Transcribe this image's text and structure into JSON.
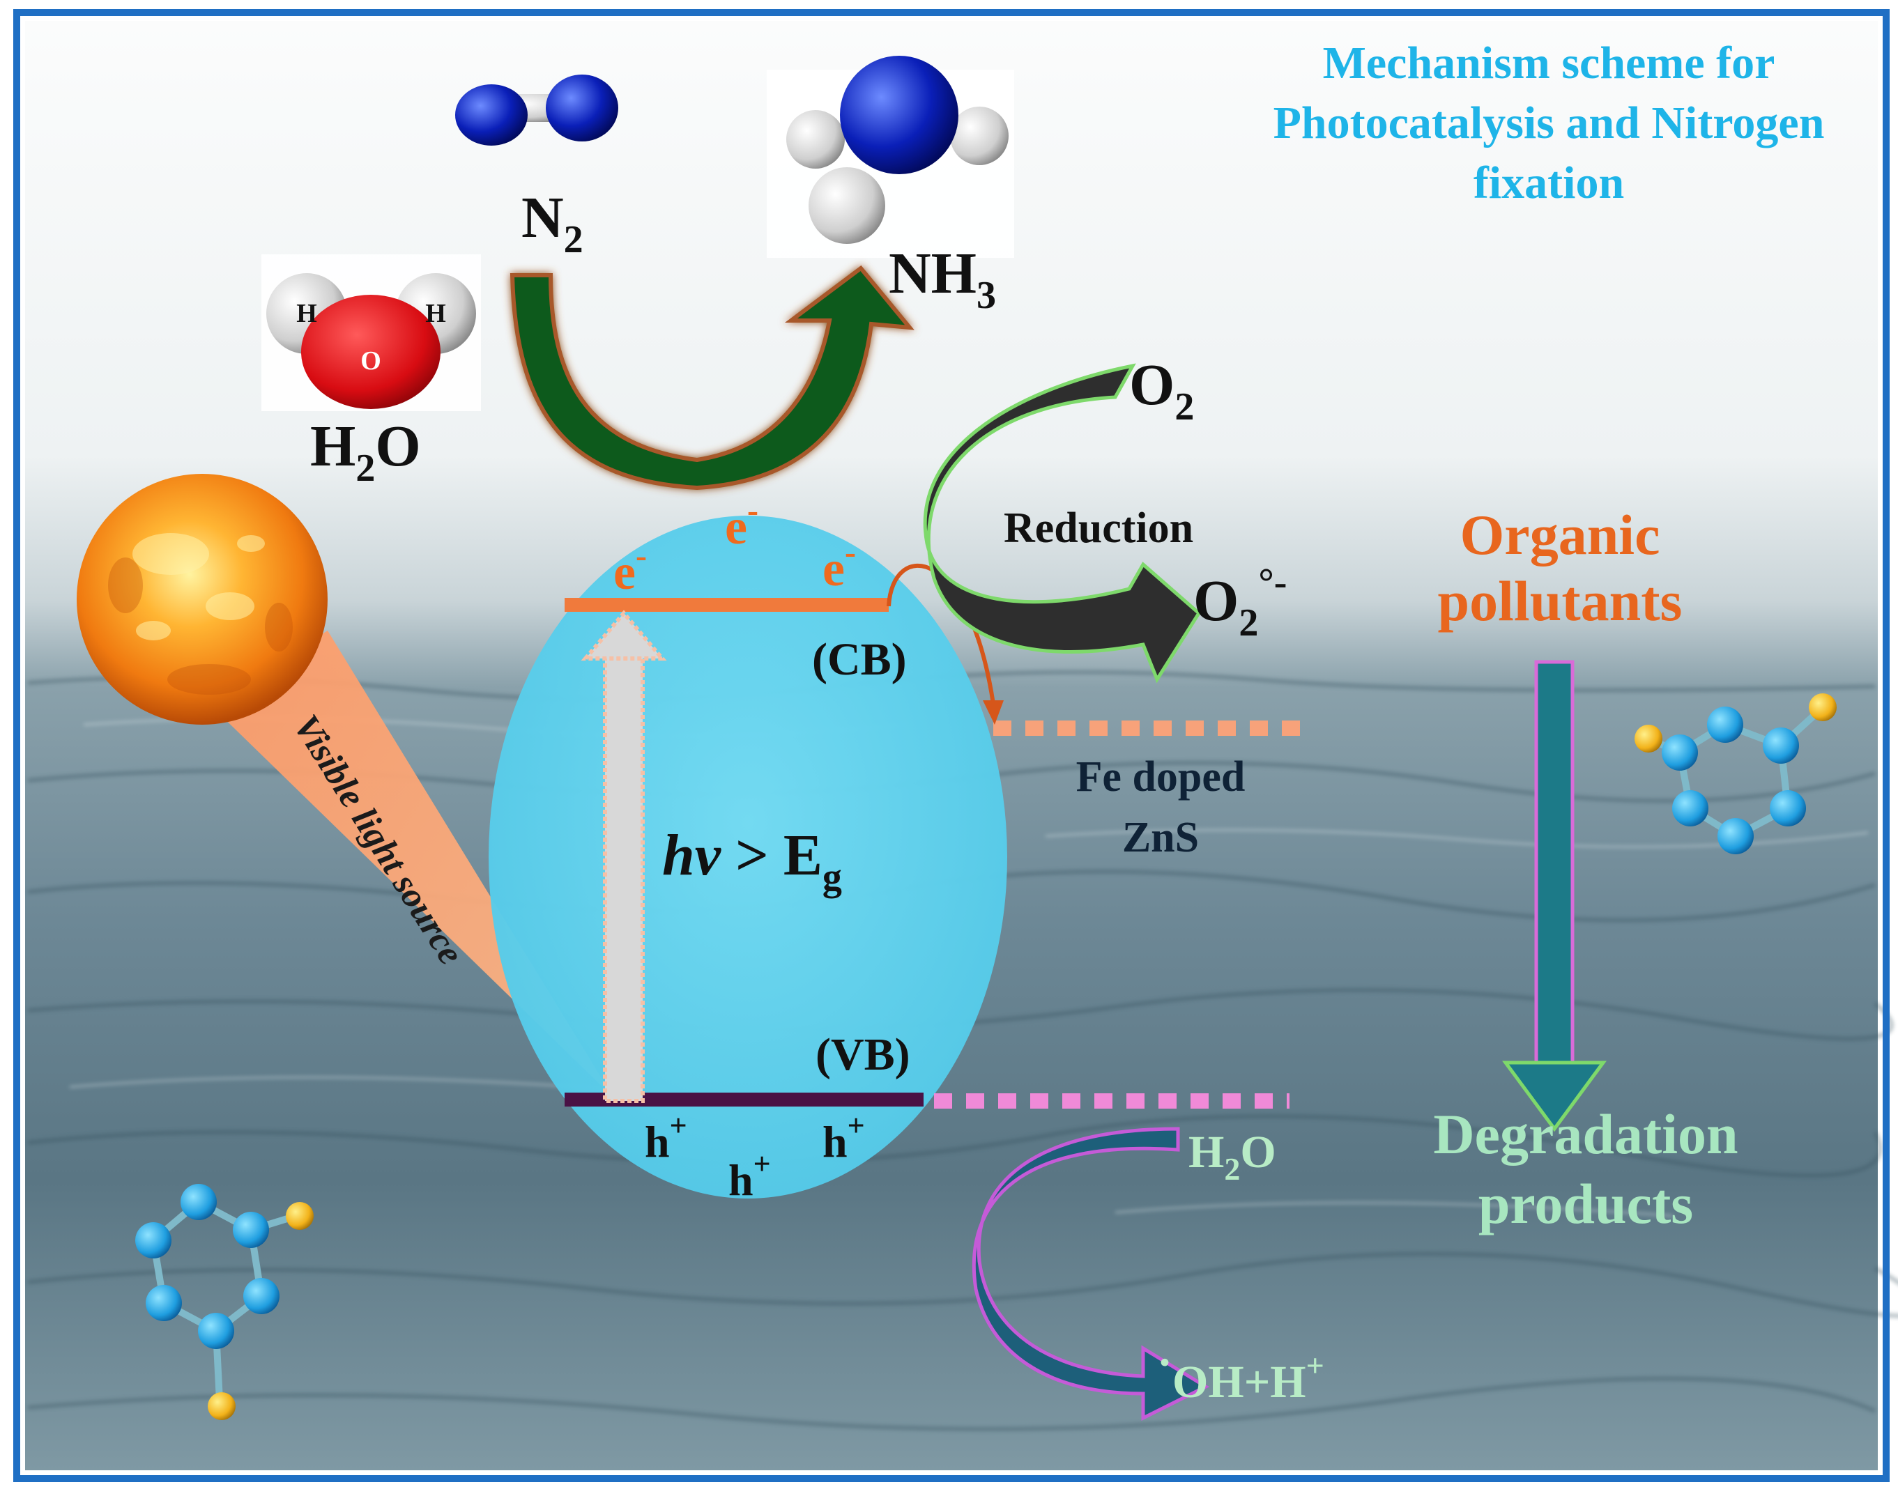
{
  "title": {
    "line1": "Mechanism scheme for",
    "line2": "Photocatalysis and Nitrogen",
    "line3": "fixation"
  },
  "molecules": {
    "n2_base": "N",
    "n2_sub": "2",
    "nh3_base": "NH",
    "nh3_sub": "3",
    "h2o_h": "H",
    "h2o_sub": "2",
    "h2o_o": "O",
    "o2_base": "O",
    "o2_sub": "2",
    "superoxide_base": "O",
    "superoxide_sub": "2",
    "superoxide_sup": "°-",
    "h2o_b_h": "H",
    "h2o_b_sub": "2",
    "h2o_b_o": "O",
    "oh_dot": "·",
    "oh_text": "OH+H",
    "oh_sup": "+",
    "water_atom_h_left": "H",
    "water_atom_h_right": "H",
    "water_atom_o": "O"
  },
  "bands": {
    "cb_label": "(CB)",
    "vb_label": "(VB)",
    "electron_base": "e",
    "electron_sup": "-",
    "hole_base": "h",
    "hole_sup": "+",
    "excitation_hv": "hv",
    "excitation_gt": " > E",
    "excitation_sub": "g"
  },
  "labels": {
    "reduction": "Reduction",
    "dopant_line1": "Fe doped",
    "dopant_line2": "ZnS",
    "light_source": "Visible light source",
    "pollutants_line1": "Organic",
    "pollutants_line2": "pollutants",
    "products_line1": "Degradation",
    "products_line2": "products"
  },
  "colors": {
    "frame": "#1f6fc4",
    "title": "#1eb4e8",
    "catalyst": "#5fd3ef",
    "cb_band": "#f07a3c",
    "vb_band": "#4a1245",
    "electron": "#f06a1e",
    "pollutant_text": "#e8661e",
    "product_text": "#a8e6c0",
    "n2_arrow": "#0d5a1a",
    "o2_arrow": "#2e2e2e",
    "h2o_arrow": "#1d5f7a",
    "degradation_arrow": "#1c7a88",
    "dopant_dashed": "#f7a27a",
    "vb_dashed": "#f08ad8",
    "water_top": "#e4ebee",
    "water_bottom": "#4c6c7c"
  },
  "icons": {
    "sun": "sun-icon",
    "light_beam": "light-beam-icon",
    "n2_molecule": "n2-molecule-icon",
    "nh3_molecule": "nh3-molecule-icon",
    "h2o_molecule": "water-molecule-icon",
    "pollutant_molecule": "pollutant-molecule-icon"
  }
}
